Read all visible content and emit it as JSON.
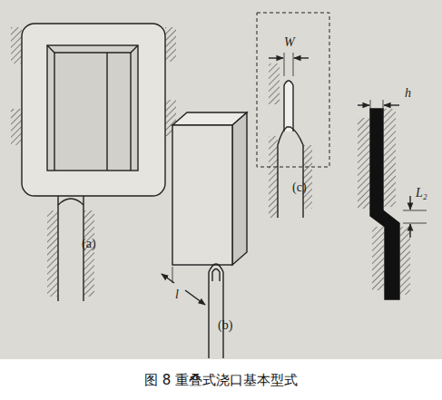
{
  "diagram": {
    "caption": "图 8 重叠式浇口基本型式",
    "labels": [
      "(a)",
      "(b)",
      "(c)",
      "W",
      "h",
      "l",
      "L₂"
    ]
  }
}
